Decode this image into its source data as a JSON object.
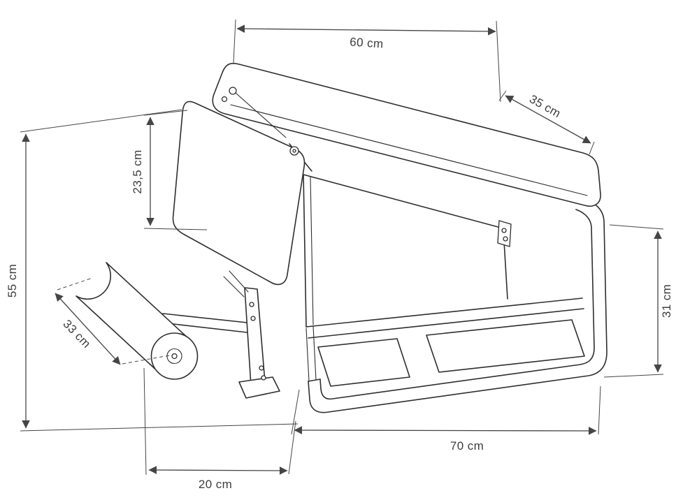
{
  "diagram": {
    "kind": "technical dimension drawing",
    "subject": "adjustable workout bench with foam leg roller",
    "unit": "cm",
    "labels": {
      "top_length": "60 cm",
      "pad_width": "35 cm",
      "backrest_drop": "23,5 cm",
      "overall_height": "55 cm",
      "roller_length": "33 cm",
      "frame_height": "31 cm",
      "base_length": "70 cm",
      "front_offset": "20 cm"
    },
    "colors": {
      "outline": "#2e2e2e",
      "dimension": "#454545",
      "text": "#3d3d3d",
      "background": "#ffffff"
    }
  }
}
